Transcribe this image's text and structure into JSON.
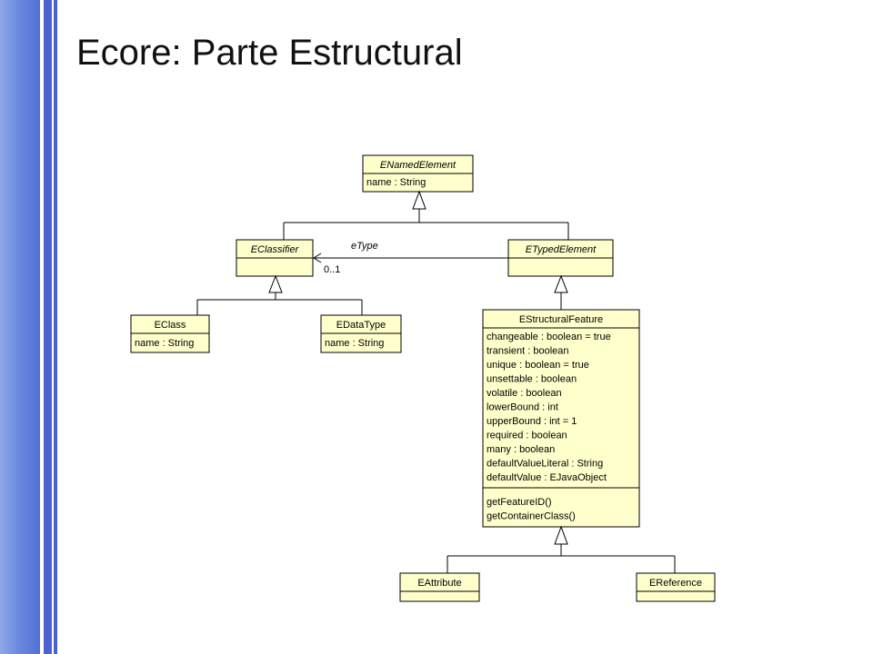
{
  "title": "Ecore: Parte Estructural",
  "diagram": {
    "enamedelement": {
      "name": "ENamedElement",
      "attributes": [
        "name : String"
      ]
    },
    "eclassifier": {
      "name": "EClassifier"
    },
    "etypedelement": {
      "name": "ETypedElement"
    },
    "eclass": {
      "name": "EClass",
      "attributes": [
        "name : String"
      ]
    },
    "edatatype": {
      "name": "EDataType",
      "attributes": [
        "name : String"
      ]
    },
    "estructuralfeature": {
      "name": "EStructuralFeature",
      "attributes": [
        "changeable : boolean = true",
        "transient : boolean",
        "unique : boolean = true",
        "unsettable : boolean",
        "volatile : boolean",
        "lowerBound : int",
        "upperBound : int = 1",
        "required : boolean",
        "many : boolean",
        "defaultValueLiteral : String",
        "defaultValue : EJavaObject"
      ],
      "operations": [
        "getFeatureID()",
        "getContainerClass()"
      ]
    },
    "eattribute": {
      "name": "EAttribute"
    },
    "ereference": {
      "name": "EReference"
    },
    "etype_association": {
      "role": "eType",
      "multiplicity": "0..1"
    }
  }
}
